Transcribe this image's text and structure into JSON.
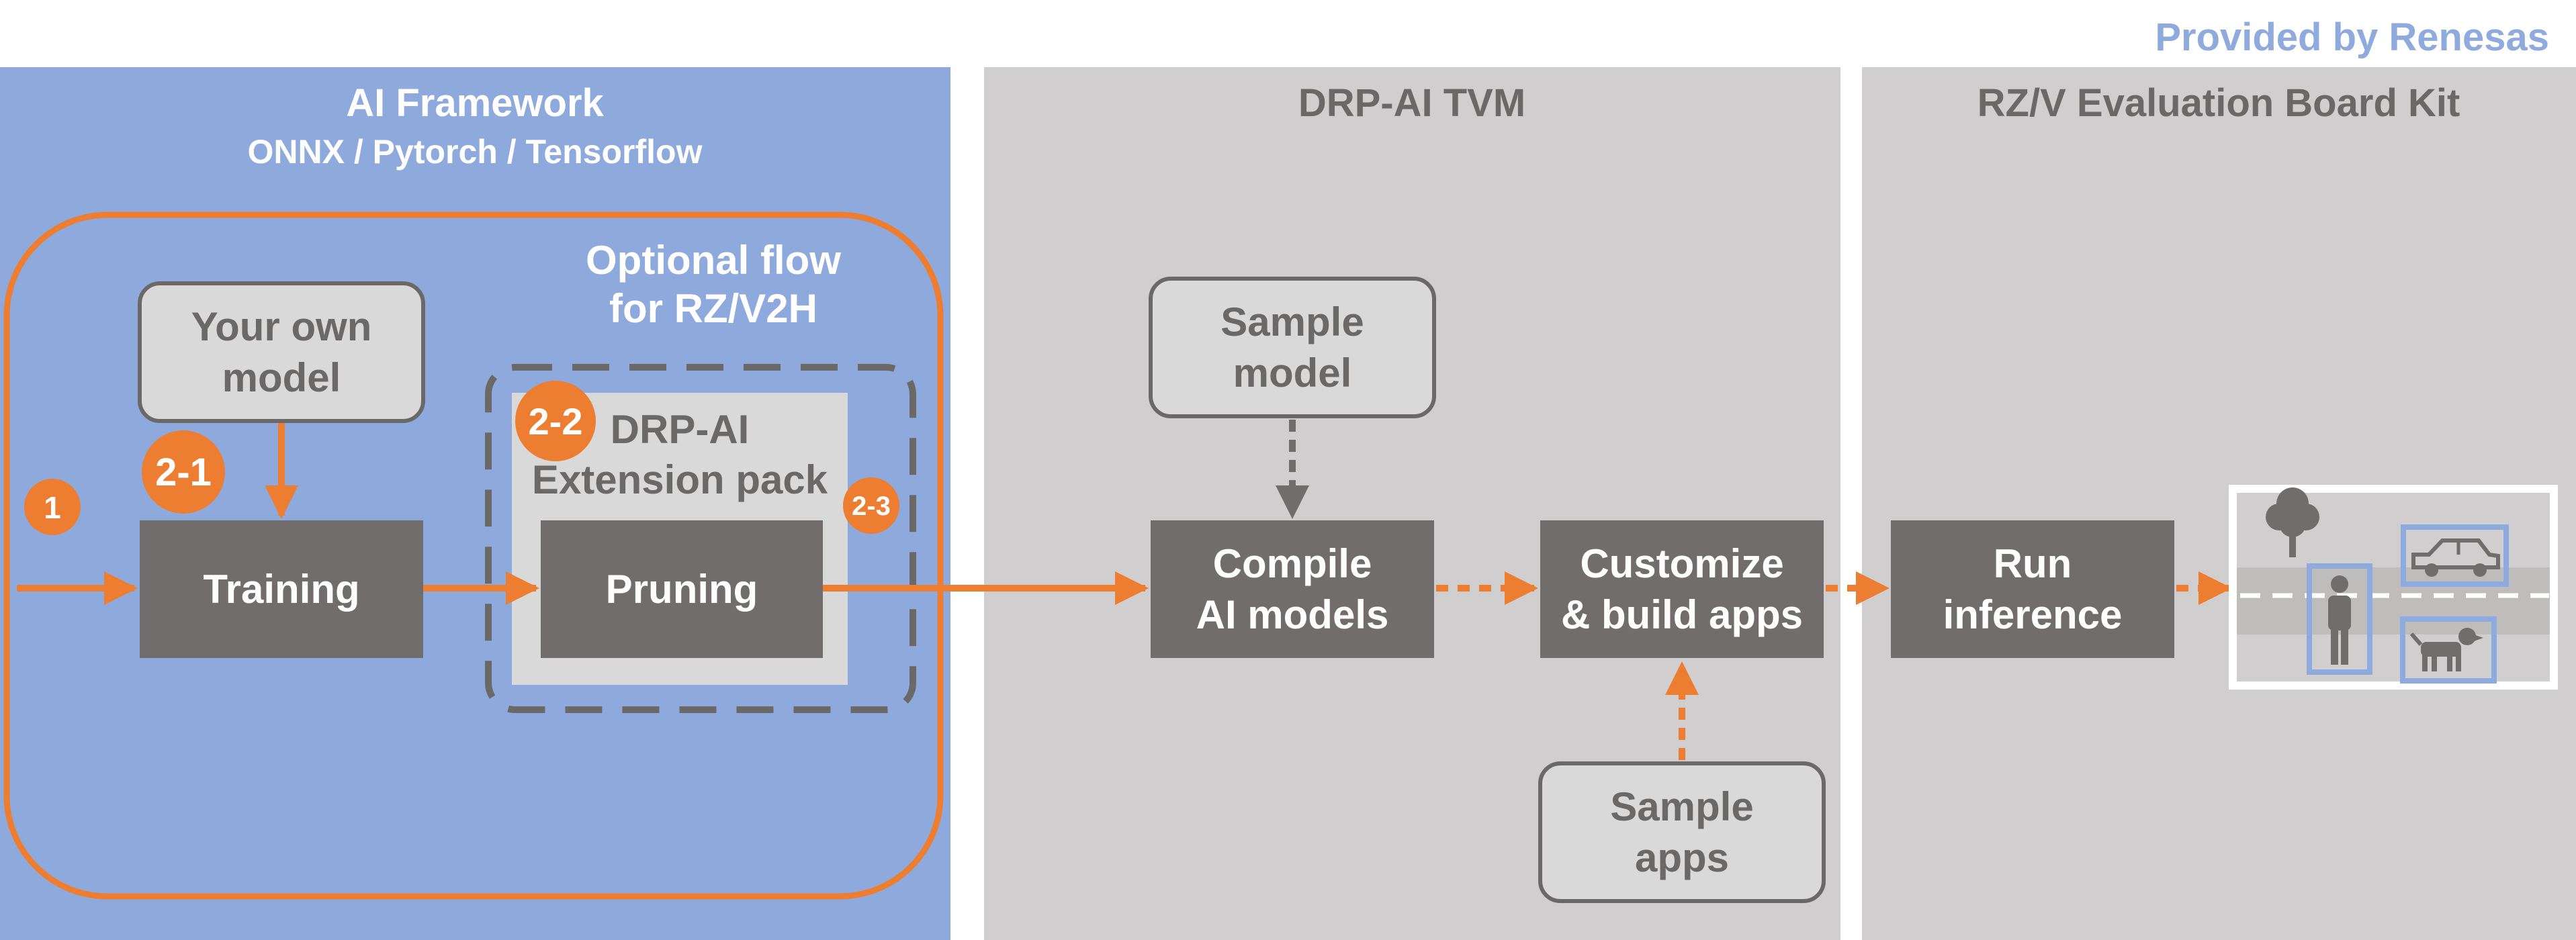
{
  "header": {
    "provided_by": "Provided by Renesas"
  },
  "panels": {
    "ai_framework": {
      "title": "AI Framework",
      "subtitle": "ONNX / Pytorch / Tensorflow"
    },
    "drp_ai_tvm": {
      "title": "DRP-AI TVM"
    },
    "eval_board": {
      "title": "RZ/V Evaluation Board Kit"
    }
  },
  "optional_flow": {
    "line1": "Optional flow",
    "line2": "for RZ/V2H"
  },
  "boxes": {
    "your_own_model": {
      "line1": "Your own",
      "line2": "model"
    },
    "training": {
      "label": "Training"
    },
    "extension_pack": {
      "line1": "DRP-AI",
      "line2": "Extension pack"
    },
    "pruning": {
      "label": "Pruning"
    },
    "sample_model": {
      "line1": "Sample",
      "line2": "model"
    },
    "compile": {
      "line1": "Compile",
      "line2": "AI models"
    },
    "customize": {
      "line1": "Customize",
      "line2": "& build apps"
    },
    "sample_apps": {
      "line1": "Sample",
      "line2": "apps"
    },
    "run_inference": {
      "line1": "Run",
      "line2": "inference"
    }
  },
  "badges": {
    "b1": "1",
    "b21": "2-1",
    "b22": "2-2",
    "b23": "2-3"
  },
  "colors": {
    "accent_orange": "#ed7d31",
    "framework_blue": "#8eaadc",
    "panel_grey": "#d0cecf",
    "dark_box": "#716d6c",
    "light_box": "#d9d9d9",
    "brand_blue": "#8faadc"
  }
}
